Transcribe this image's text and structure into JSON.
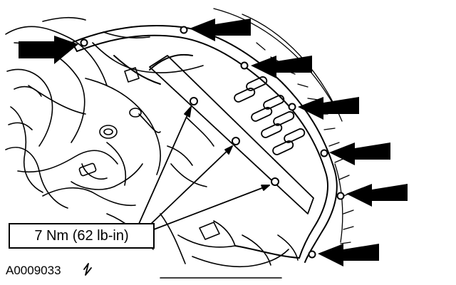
{
  "diagram": {
    "torque_spec": "7 Nm (62 lb-in)",
    "figure_id": "A0009033",
    "fastener_arrows": 7,
    "torque_leader_targets": 3,
    "ink_color": "#000000",
    "paper_color": "#ffffff"
  }
}
